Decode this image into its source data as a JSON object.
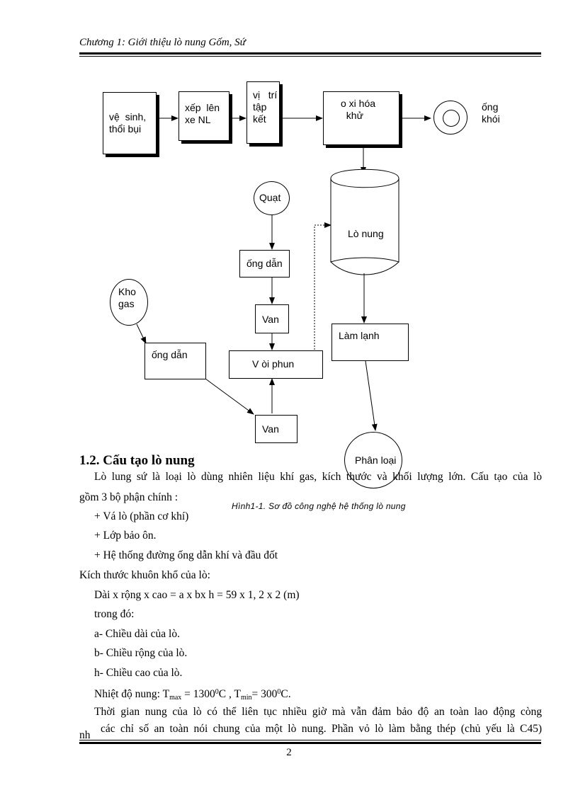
{
  "header": {
    "title": "Chương 1: Giới thiệu lò nung Gốm, Sứ"
  },
  "diagram": {
    "nodes": {
      "ve_sinh": "vệ  sinh,\nthổi bụi",
      "xep_len": "xếp  lên\nxe NL",
      "vi_tri": "vị   trí\ntập\nkết",
      "oxi_hoa": "o xi hóa\n  khử",
      "ong_khoi": "ống\nkhói",
      "quat": "Quạt",
      "lo_nung": "Lò nung",
      "ong_dan_top": "ống dẫn",
      "kho_gas": "Kho\ngas",
      "van_top": "Van",
      "lam_lanh": "Làm lạnh",
      "ong_dan_left": "ống dẫn",
      "voi_phun": "V òi phun",
      "van_bottom": "Van",
      "phan_loai": "Phân loại"
    },
    "caption": "Hình1-1. Sơ đồ công nghệ hệ thống lò nung"
  },
  "section": {
    "title": "1.2. Cấu tạo lò nung"
  },
  "body": {
    "intro_a": "Lò lung sứ là loại lò dùng nhiên liệu khí gas, kích thước và khối lượng lớn. Cấu tạo của lò",
    "intro_b": "gồm 3 bộ phận chính :",
    "parts": [
      "+ Vá lò (phần cơ khí)",
      "+ Lớp bảo ôn.",
      "+ Hệ thống đường ống dẫn khí và đầu đốt"
    ],
    "size_heading": "Kích thước khuôn khổ của lò:",
    "formula": "Dài x rộng x cao = a x bx h = 59 x 1, 2 x 2 (m)",
    "where": "trong đó:",
    "defs": [
      "a- Chiều dài của lò.",
      "b- Chiều rộng của lò.",
      "h- Chiều cao của lò."
    ],
    "temp": {
      "prefix": "Nhiệt độ nung: T",
      "max_sub": "max",
      "max_val": " = 1300",
      "max_unit": "C , T",
      "min_sub": "min",
      "min_val": "= 300",
      "min_unit": "C.",
      "degree": "0"
    },
    "para2_a": "Thời gian nung của lò có thể liên tục nhiều giờ mà vẫn đảm bảo độ an toàn lao động còng",
    "para2_b_prefix": "nh",
    "para2_b": "các chỉ số an toàn nói chung của một lò nung. Phần vỏ lò làm bằng thép (chủ yếu là C45)"
  },
  "footer": {
    "page_number": "2"
  }
}
